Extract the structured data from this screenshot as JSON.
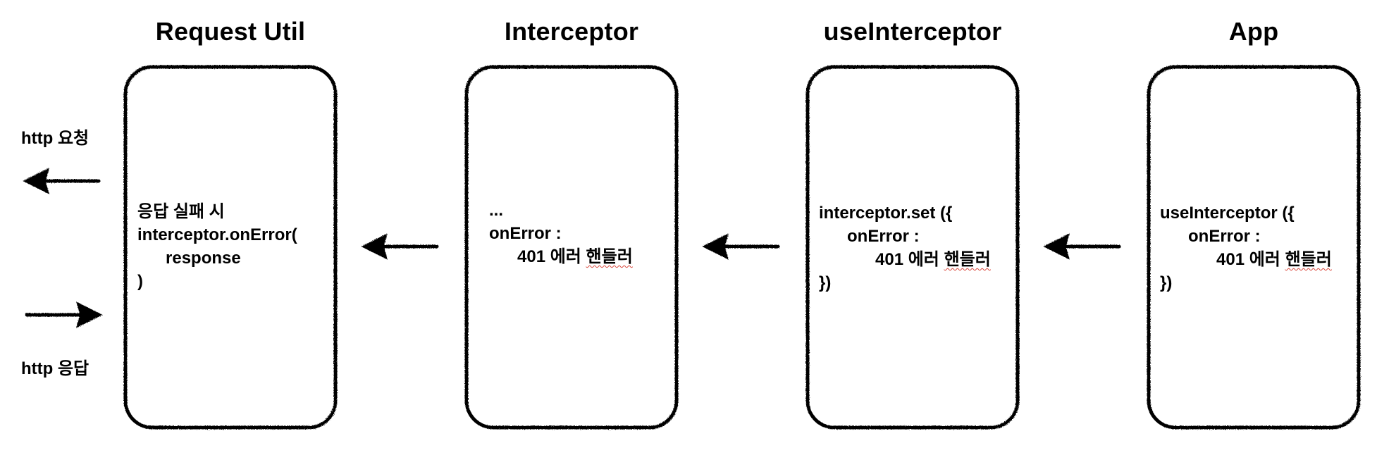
{
  "columns": [
    {
      "title": "Request Util",
      "lines": [
        "응답 실패 시",
        "interceptor.onError(",
        "      response",
        ")"
      ]
    },
    {
      "title": "Interceptor",
      "lines": [
        "...",
        "onError :",
        "      401 에러 ",
        "핸들러"
      ]
    },
    {
      "title": "useInterceptor",
      "lines": [
        "interceptor.set ({",
        "      onError :",
        "            401 에러 ",
        "핸들러",
        "})"
      ]
    },
    {
      "title": "App",
      "lines": [
        "useInterceptor ({",
        "      onError :",
        "            401 에러 ",
        "핸들러",
        "})"
      ]
    }
  ],
  "side_labels": {
    "request": "http 요청",
    "response": "http 응답"
  },
  "colors": {
    "ink": "#000000",
    "spellcheck_underline": "#d9463b",
    "background": "#ffffff"
  }
}
